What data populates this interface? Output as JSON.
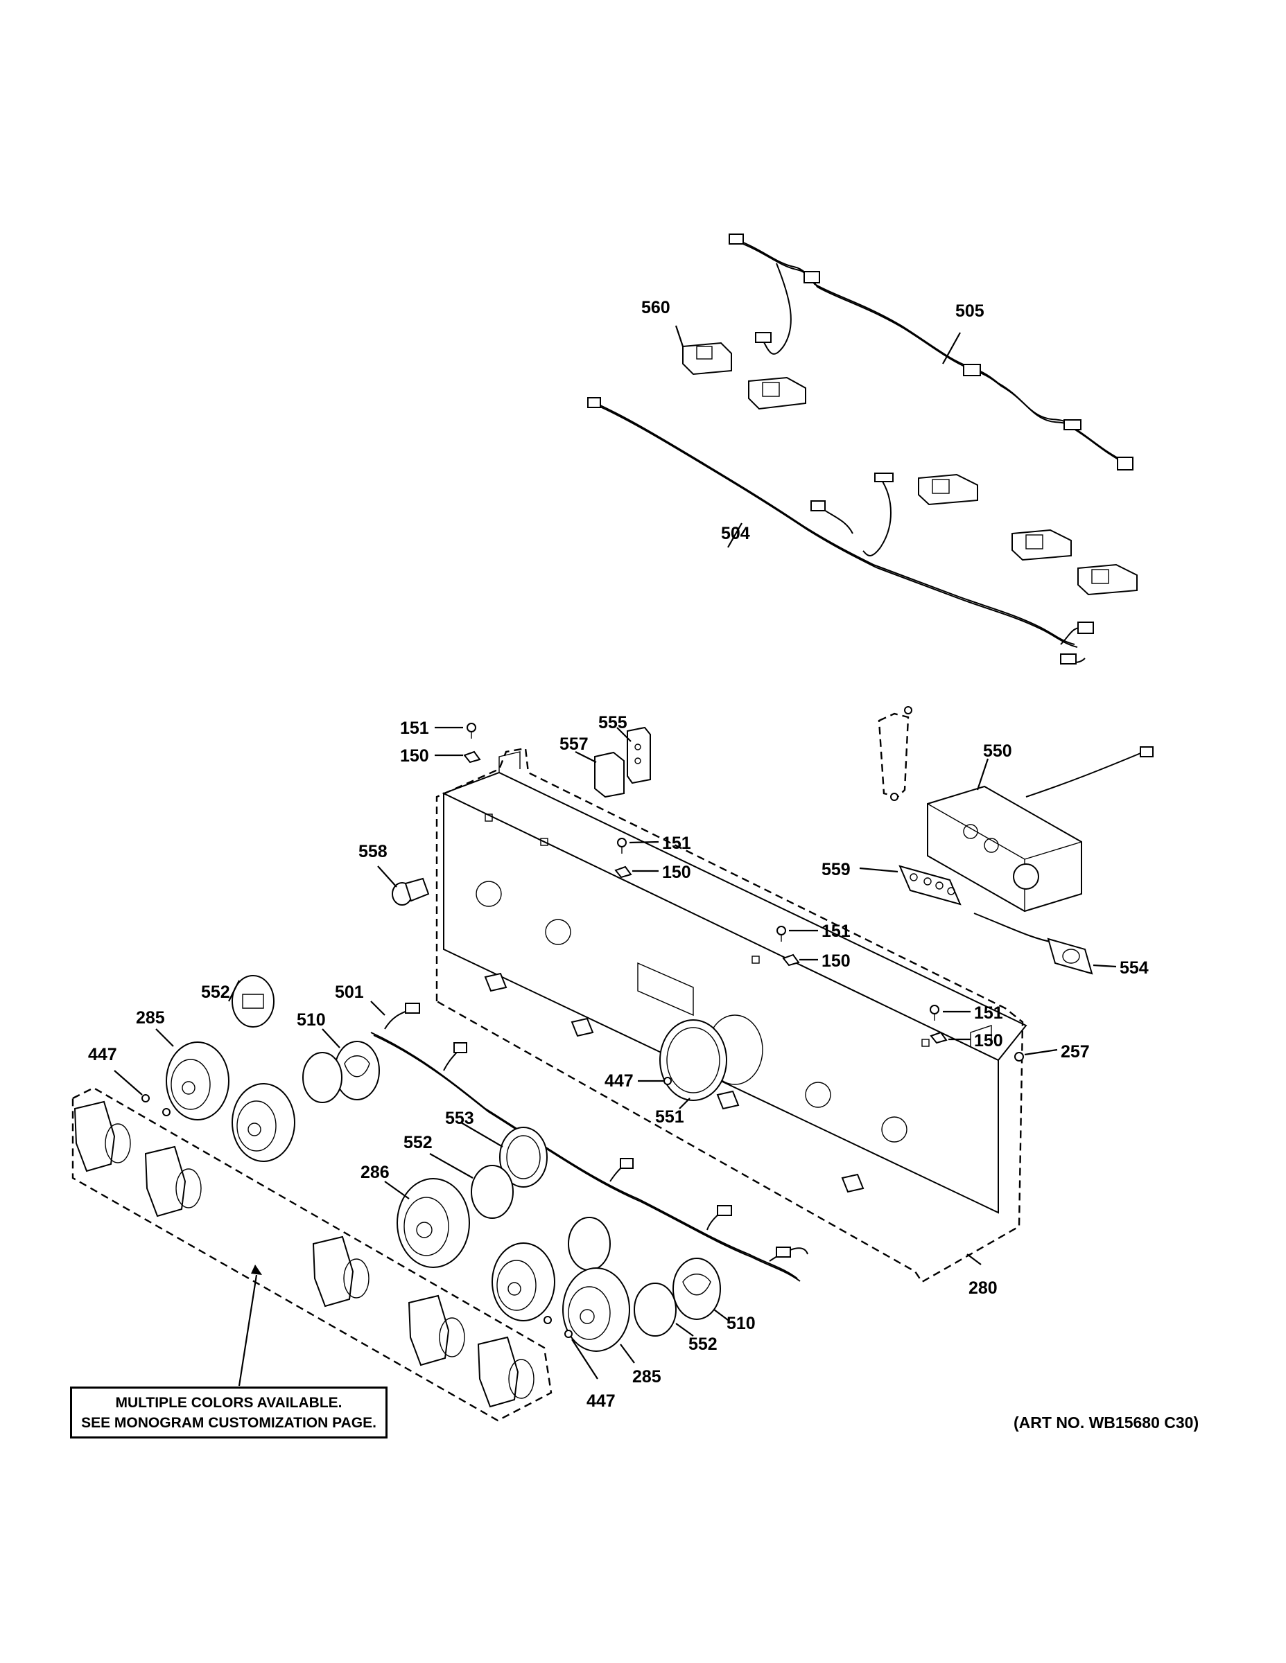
{
  "labels": {
    "l560": "560",
    "l505": "505",
    "l504": "504",
    "l151a": "151",
    "l150a": "150",
    "l557": "557",
    "l555": "555",
    "l151b": "151",
    "l150b": "150",
    "l558": "558",
    "l550": "550",
    "l559": "559",
    "l151c": "151",
    "l150c": "150",
    "l554": "554",
    "l552a": "552",
    "l501": "501",
    "l285a": "285",
    "l510a": "510",
    "l447a": "447",
    "l151d": "151",
    "l150d": "150",
    "l257": "257",
    "l447b": "447",
    "l551": "551",
    "l553": "553",
    "l552b": "552",
    "l286": "286",
    "l280": "280",
    "l510b": "510",
    "l552c": "552",
    "l285b": "285",
    "l447c": "447"
  },
  "notice": {
    "line1": "MULTIPLE COLORS AVAILABLE.",
    "line2": "SEE MONOGRAM CUSTOMIZATION PAGE."
  },
  "art_number": "(ART NO. WB15680 C30)"
}
